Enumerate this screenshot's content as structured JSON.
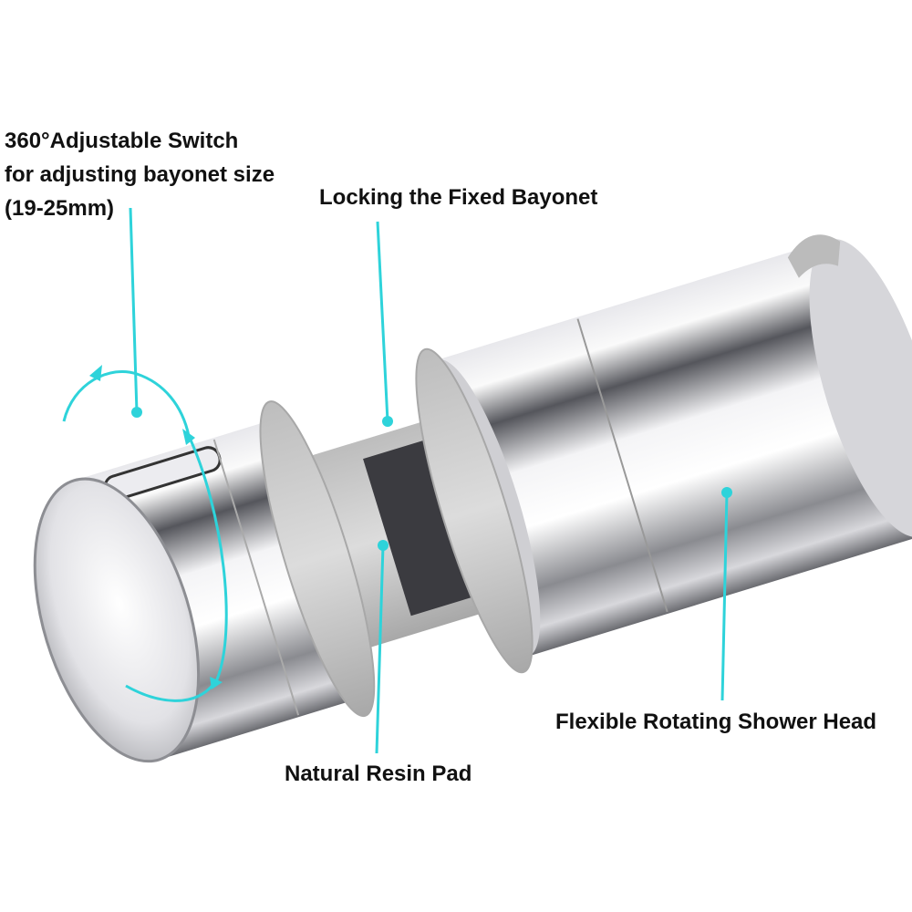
{
  "labels": {
    "switch_line1": "360°Adjustable Switch",
    "switch_line2": "for adjusting bayonet size",
    "switch_line3": "(19-25mm)",
    "locking": "Locking the Fixed Bayonet",
    "resin_pad": "Natural Resin Pad",
    "shower_head": "Flexible Rotating Shower Head"
  },
  "colors": {
    "callout": "#2ed3da",
    "chrome_light": "#f2f2f4",
    "chrome_dark": "#3a3a40",
    "resin_grey": "#c9c9c9"
  }
}
